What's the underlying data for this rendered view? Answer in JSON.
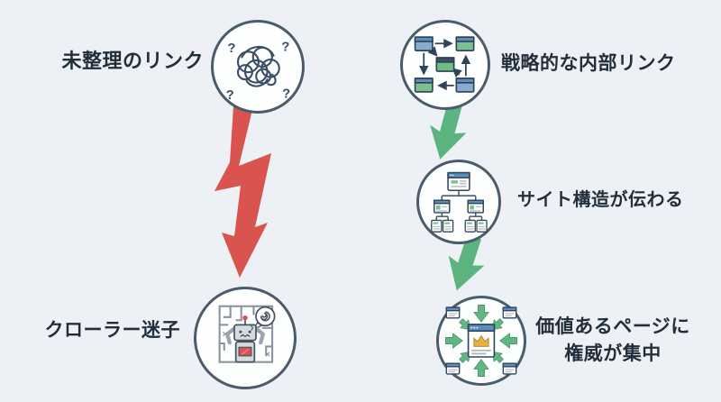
{
  "colors": {
    "background": "#edf1f5",
    "circle_border": "#4a5c6b",
    "text": "#222f3b",
    "negative_arrow": "#d9534f",
    "positive_arrow": "#5bb480",
    "icon_blue": "#5e8dc0",
    "icon_green": "#7cc08e",
    "icon_gold": "#e9b23d",
    "icon_stroke": "#31455a"
  },
  "left_flow": {
    "start": {
      "label": "未整理のリンク",
      "icon": "tangled-links-icon",
      "question_glyph": "?"
    },
    "arrow_icon": "red-zigzag-down-arrow",
    "end": {
      "label": "クローラー迷子",
      "icon": "robot-lost-in-maze-icon",
      "cross_glyph": "×"
    }
  },
  "right_flow": {
    "arrow_icon": "green-down-arrow",
    "steps": [
      {
        "label": "戦略的な内部リンク",
        "icon": "interlinked-pages-icon"
      },
      {
        "label": "サイト構造が伝わる",
        "icon": "site-hierarchy-icon"
      },
      {
        "label_line1": "価値あるページに",
        "label_line2": "権威が集中",
        "icon": "authority-concentration-icon"
      }
    ]
  }
}
